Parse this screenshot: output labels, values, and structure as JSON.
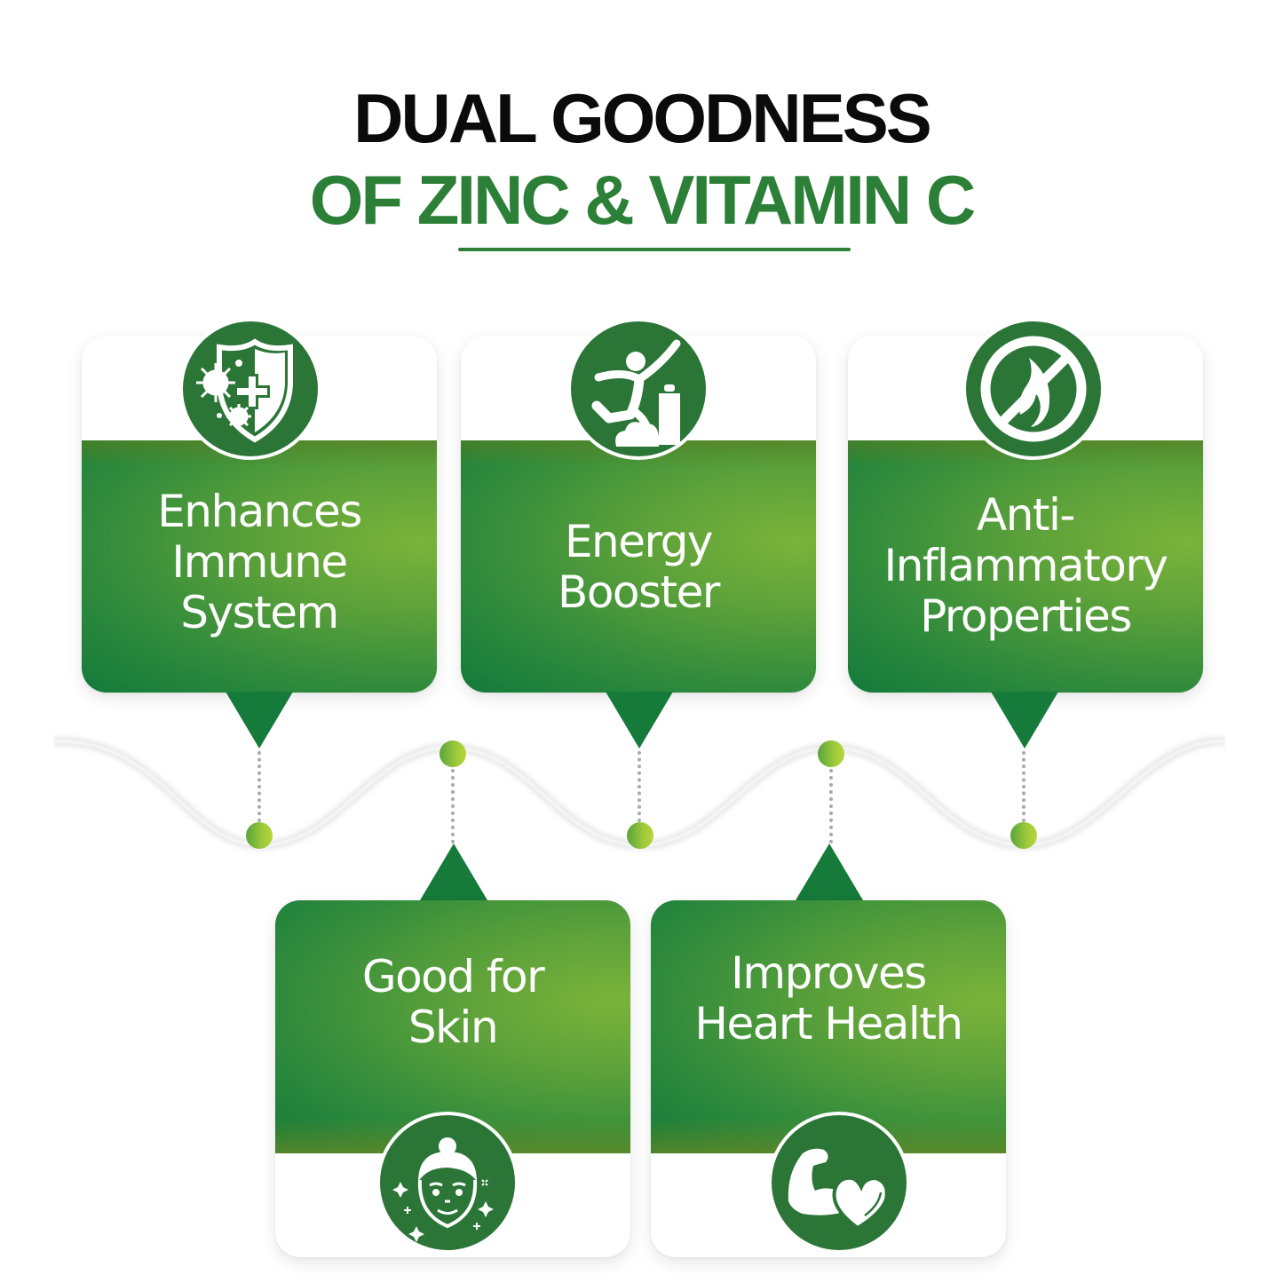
{
  "headline": {
    "line1": "DUAL GOODNESS",
    "line2": "OF ZINC & VITAMIN C"
  },
  "colors": {
    "headline_dark": "#0b0b0b",
    "accent_green": "#2b7f36",
    "badge_green": "#2b7537",
    "gradient_dark": "#137a3b",
    "gradient_light": "#7bb33a",
    "bead_green": "#9bc93a",
    "connector_gray": "#a9a9a9"
  },
  "benefits": [
    {
      "label_lines": [
        "Enhances",
        "Immune",
        "System"
      ],
      "icon": "immune-shield-icon"
    },
    {
      "label_lines": [
        "Energy",
        "Booster"
      ],
      "icon": "energy-jump-icon"
    },
    {
      "label_lines": [
        "Anti-",
        "Inflammatory",
        "Properties"
      ],
      "icon": "no-inflammation-icon"
    },
    {
      "label_lines": [
        "Good for",
        "Skin"
      ],
      "icon": "glowing-skin-face-icon"
    },
    {
      "label_lines": [
        "Improves",
        "Heart Health"
      ],
      "icon": "muscle-heart-icon"
    }
  ]
}
